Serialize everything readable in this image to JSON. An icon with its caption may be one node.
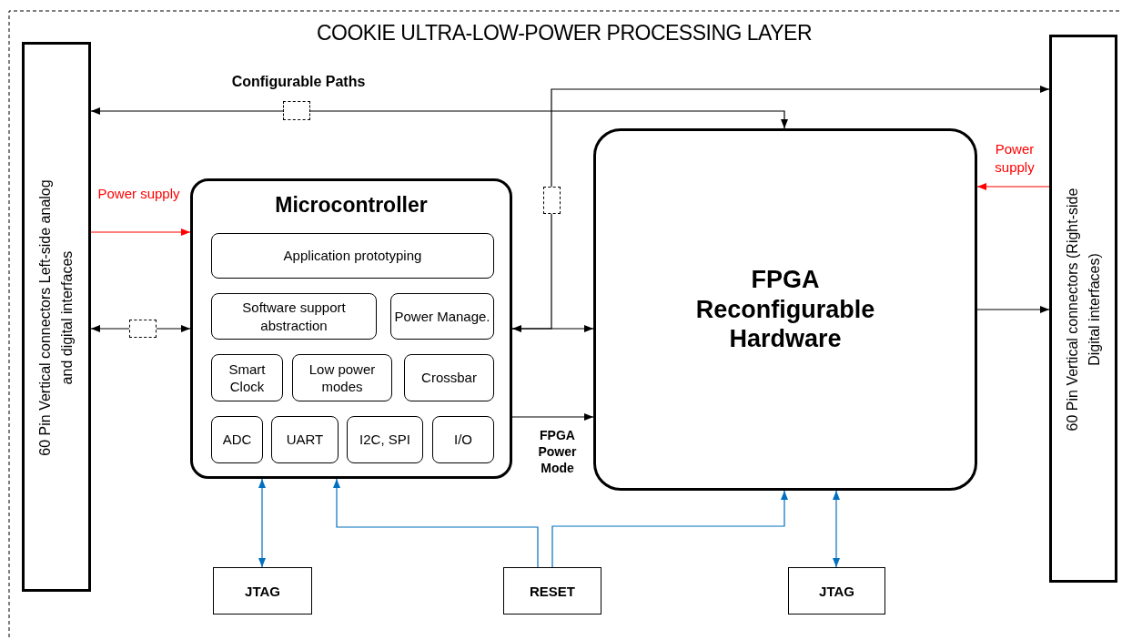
{
  "diagram": {
    "title": "COOKIE ULTRA-LOW-POWER PROCESSING LAYER",
    "nodes": [
      {
        "text": [
          "60 Pin Vertical connectors Left-side analog and digital interfaces"
        ]
      },
      {
        "text": [
          "Microcontroller"
        ]
      },
      {
        "text": [
          "Application prototyping"
        ],
        "in": 1
      },
      {
        "text": [
          "Software support abstraction"
        ],
        "in": 1
      },
      {
        "text": [
          "Power Manage."
        ],
        "in": 1
      },
      {
        "text": [
          "Smart Clock"
        ],
        "in": 1
      },
      {
        "text": [
          "Low power modes"
        ],
        "in": 1
      },
      {
        "text": [
          "Crossbar"
        ],
        "in": 1
      },
      {
        "text": [
          "ADC"
        ],
        "in": 1
      },
      {
        "text": [
          "UART"
        ],
        "in": 1
      },
      {
        "text": [
          "I2C, SPI"
        ],
        "in": 1
      },
      {
        "text": [
          "I/O"
        ],
        "in": 1
      },
      {
        "text": [
          "FPGA Reconfigurable Hardware"
        ]
      },
      {
        "text": [
          "60 Pin Vertical connectors (Right-side Digital interfaces)"
        ]
      },
      {
        "text": [
          "JTAG"
        ]
      },
      {
        "text": [
          "RESET"
        ]
      },
      {
        "text": [
          "JTAG"
        ]
      },
      {
        "text": [],
        "shape": "box"
      },
      {
        "text": [],
        "shape": "box"
      },
      {
        "text": [],
        "shape": "box"
      }
    ],
    "edges": [
      {
        "from": 17,
        "to": 0,
        "arrow": "to"
      },
      {
        "from": 17,
        "to": 12,
        "arrow": "to"
      },
      {
        "from": 0,
        "to": 1,
        "arrow": "to",
        "label": "Power supply",
        "color": "#ff0000"
      },
      {
        "from": 19,
        "to": 0,
        "arrow": "to"
      },
      {
        "from": 19,
        "to": 1,
        "arrow": "to"
      },
      {
        "from": 1,
        "to": 12,
        "arrow": "both"
      },
      {
        "from": 1,
        "to": 18,
        "arrow": "none"
      },
      {
        "from": 18,
        "to": 13,
        "arrow": "to"
      },
      {
        "from": 1,
        "to": 12,
        "arrow": "to",
        "label": "FPGA Power Mode"
      },
      {
        "from": 13,
        "to": 12,
        "arrow": "to",
        "label": "Power supply",
        "color": "#ff0000"
      },
      {
        "from": 12,
        "to": 13,
        "arrow": "to"
      },
      {
        "from": 14,
        "to": 1,
        "arrow": "both",
        "color": "#0070c0"
      },
      {
        "from": 15,
        "to": 1,
        "arrow": "to",
        "color": "#0070c0"
      },
      {
        "from": 15,
        "to": 12,
        "arrow": "to",
        "color": "#0070c0"
      },
      {
        "from": 16,
        "to": 12,
        "arrow": "both",
        "color": "#0070c0"
      }
    ],
    "labels": [
      "Configurable Paths"
    ]
  }
}
